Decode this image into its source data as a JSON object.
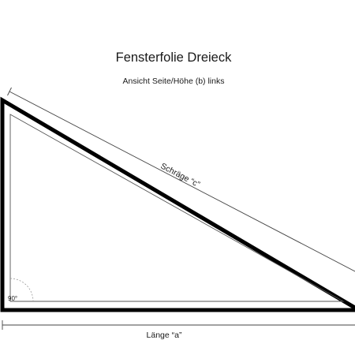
{
  "diagram": {
    "title": "Fensterfolie Dreieck",
    "subtitle": "Ansicht Seite/Höhe (b) links",
    "hypotenuse_label": "Schräge “c”",
    "base_label": "Länge “a”",
    "angle_label": "90°"
  },
  "colors": {
    "outline": "#000000",
    "inner_line": "#555555",
    "dimension_line": "#444444",
    "angle_arc": "#999999"
  }
}
